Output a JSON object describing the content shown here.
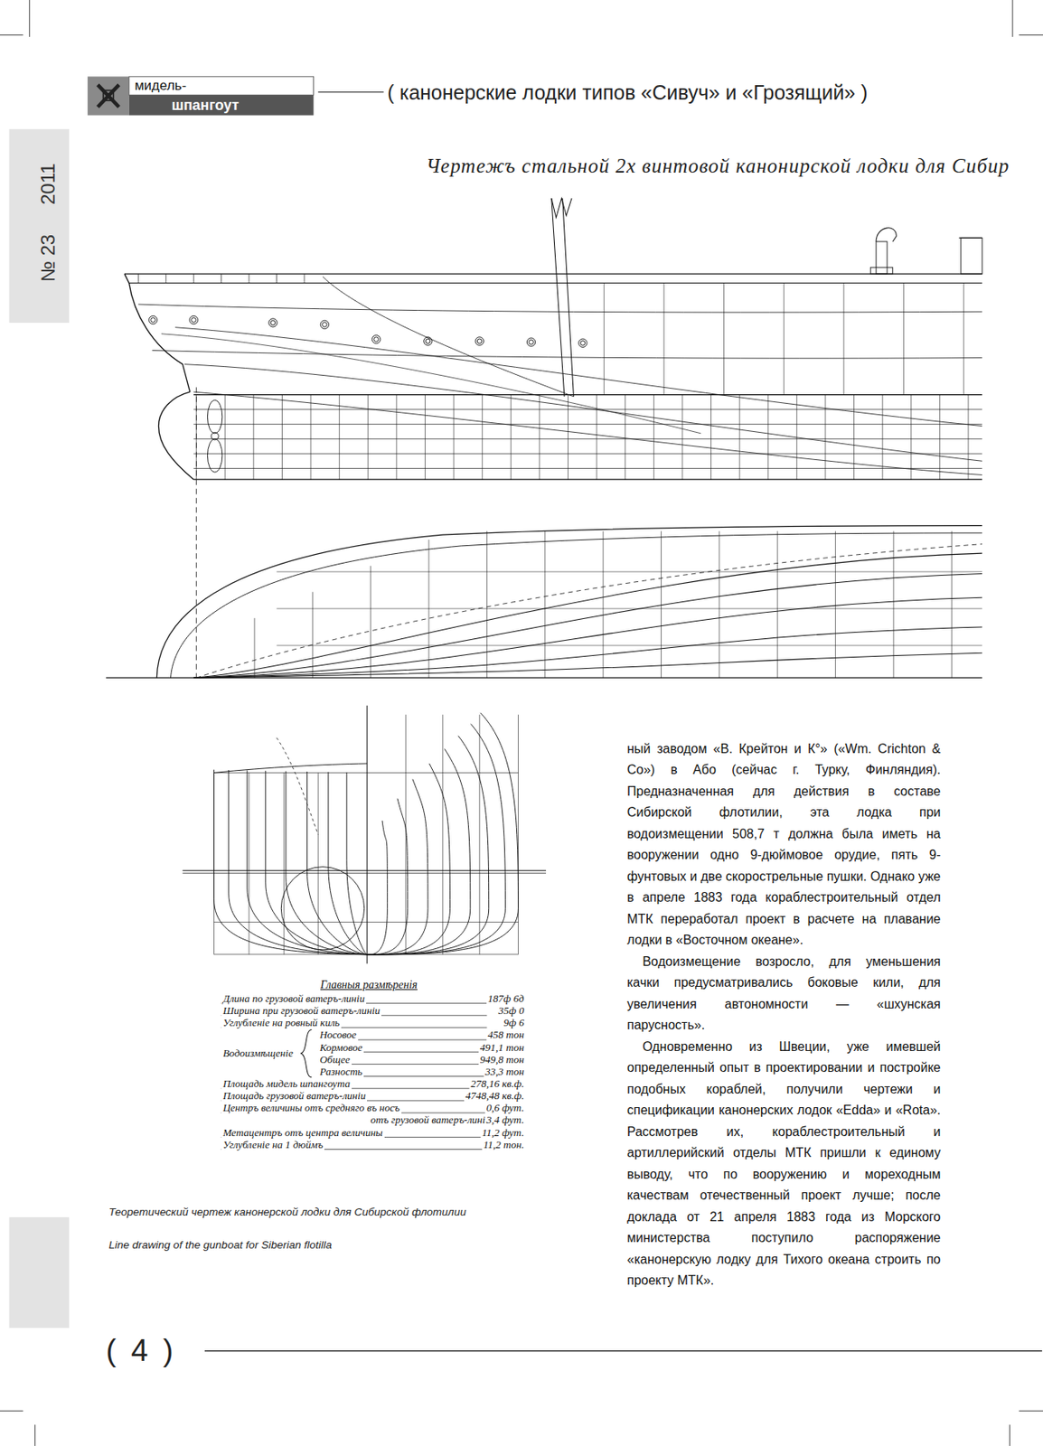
{
  "diagram": {
    "title": "( канонерские лодки типов «Сивуч» и «Грозящий» )",
    "caption": "Теоретический чертеж канонерской лодки для Сибирской флотилии",
    "labels": [
      "мидель-",
      "шпангоут",
      "№ 23",
      "2011",
      "Чертежъ стальной 2х винтовой канонирской лодки для Сибир",
      "Главныя размѣренія",
      "Длина по грузовой ватеръ-линіи",
      "187ф 6д",
      "Ширина при грузовой ватеръ-линіи",
      "35ф 0",
      "Углубленіе на ровный киль",
      "9ф 6",
      "Водоизмѣщеніе",
      "Носовое",
      "458 тон",
      "Кормовое",
      "491,1 тон",
      "Общее",
      "949,8 тон",
      "Разность",
      "33,3 тон",
      "Площадь мидель шпангоута",
      "278,16 кв.ф.",
      "Площадь грузовой ватеръ-линіи",
      "4748,48 кв.ф.",
      "Центръ величины отъ средняго въ носъ",
      "0,6 фут.",
      "отъ грузовой ватеръ-линіи",
      "3,4 фут.",
      "Метацентръ отъ центра величины",
      "11,2 фут.",
      "Углубленіе на 1 дюймъ",
      "11,2 тон.",
      "ный заводом «В. Крейтон и К°» («Wm. Crichton & Co») в Або (сейчас г. Турку, Финляндия). Предназначенная для действия в составе Сибирской флотилии, эта лодка при водоизмещении 508,7 т должна была иметь на вооружении одно 9-дюймовое орудие, пять 9-фунтовых и две скорострельные пушки. Однако уже в апреле 1883 года кораблестроительный отдел МТК переработал проект в расчете на плавание лодки в «Восточном океане».",
      "Водоизмещение возросло, для уменьшения качки предусматривались боковые кили, для увеличения автономности — «шхунская парусность».",
      "Одновременно из Швеции, уже имевшей определенный опыт в проектировании и постройке подобных кораблей, получили чертежи и спецификации канонерских лодок «Edda» и «Rota». Рассмотрев их, кораблестроительный и артиллерийский отделы МТК пришли к единому выводу, что по вооружению и мореходным качествам отечественный проект лучше; после доклада от 21 апреля 1883 года из Морского министерства поступило распоряжение «канонерскую лодку для Тихого океана строить по проекту МТК».",
      "Line drawing of the gunboat for Siberian flotilla",
      "( 4 )"
    ]
  }
}
